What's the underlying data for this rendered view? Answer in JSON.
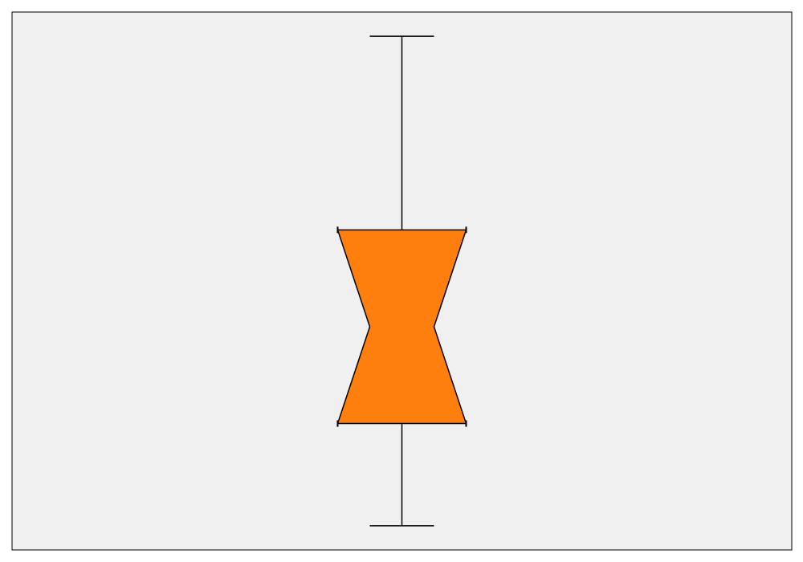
{
  "chart_data": {
    "type": "box",
    "notched": true,
    "title": "",
    "xlabel": "",
    "ylabel": "",
    "ylim": [
      0,
      10
    ],
    "grid": false,
    "legend": "none",
    "colors": {
      "plot_background": "#f0f0f0",
      "frame": "#000000",
      "box_fill": "#ff7f0e",
      "line": "#000000"
    },
    "boxes": [
      {
        "whisker_high": 9.55,
        "q3": 5.95,
        "median": 4.15,
        "q1": 2.35,
        "whisker_low": 0.45,
        "notch_high": 5.95,
        "notch_low": 2.35,
        "notch_width_ratio": 0.5
      }
    ]
  }
}
